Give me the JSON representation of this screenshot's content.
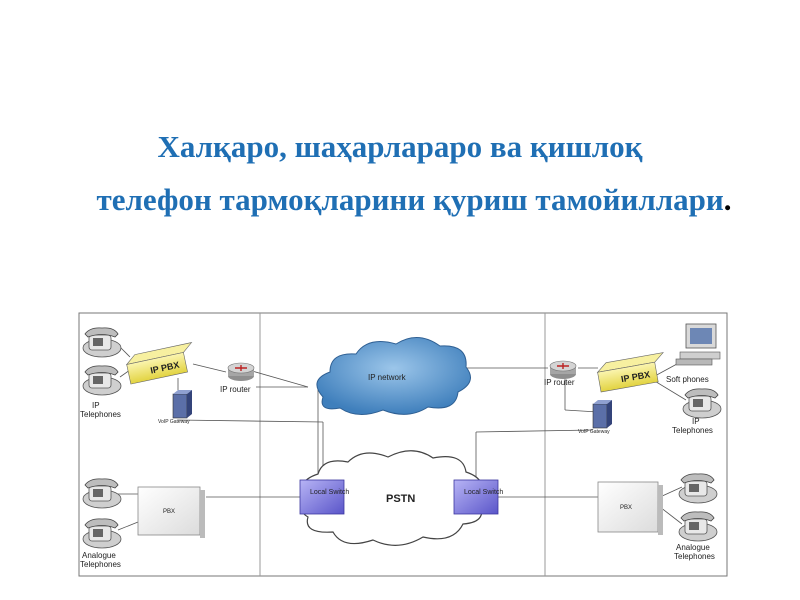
{
  "title": {
    "line1": "Халқаро, шаҳарлараро ва қишлоқ",
    "line2": "телефон тармоқларини қуриш тамойиллари",
    "period": "."
  },
  "diagram": {
    "labels": {
      "ip_pbx_left": "IP PBX",
      "ip_pbx_right": "IP PBX",
      "ip_router_left": "IP router",
      "ip_router_right": "IP router",
      "voip_gateway_left": "VoIP Gateway",
      "voip_gateway_right": "VoIP Gateway",
      "ip_network": "IP network",
      "pstn": "PSTN",
      "local_switch_left": "Local Switch",
      "local_switch_right": "Local Switch",
      "pbx_left": "PBX",
      "pbx_right": "PBX",
      "ip_phones_left": [
        "IP",
        "Telephones"
      ],
      "ip_phones_right": [
        "IP",
        "Telephones"
      ],
      "soft_phones": "Soft phones",
      "analogue_left": [
        "Analogue",
        "Telephones"
      ],
      "analogue_right": [
        "Analogue",
        "Telephones"
      ]
    },
    "colors": {
      "title": "#1f6fb4",
      "cloud": "#4e8fc9",
      "switch": "#8a86e6",
      "pbx_box": "#f2e66a"
    }
  }
}
